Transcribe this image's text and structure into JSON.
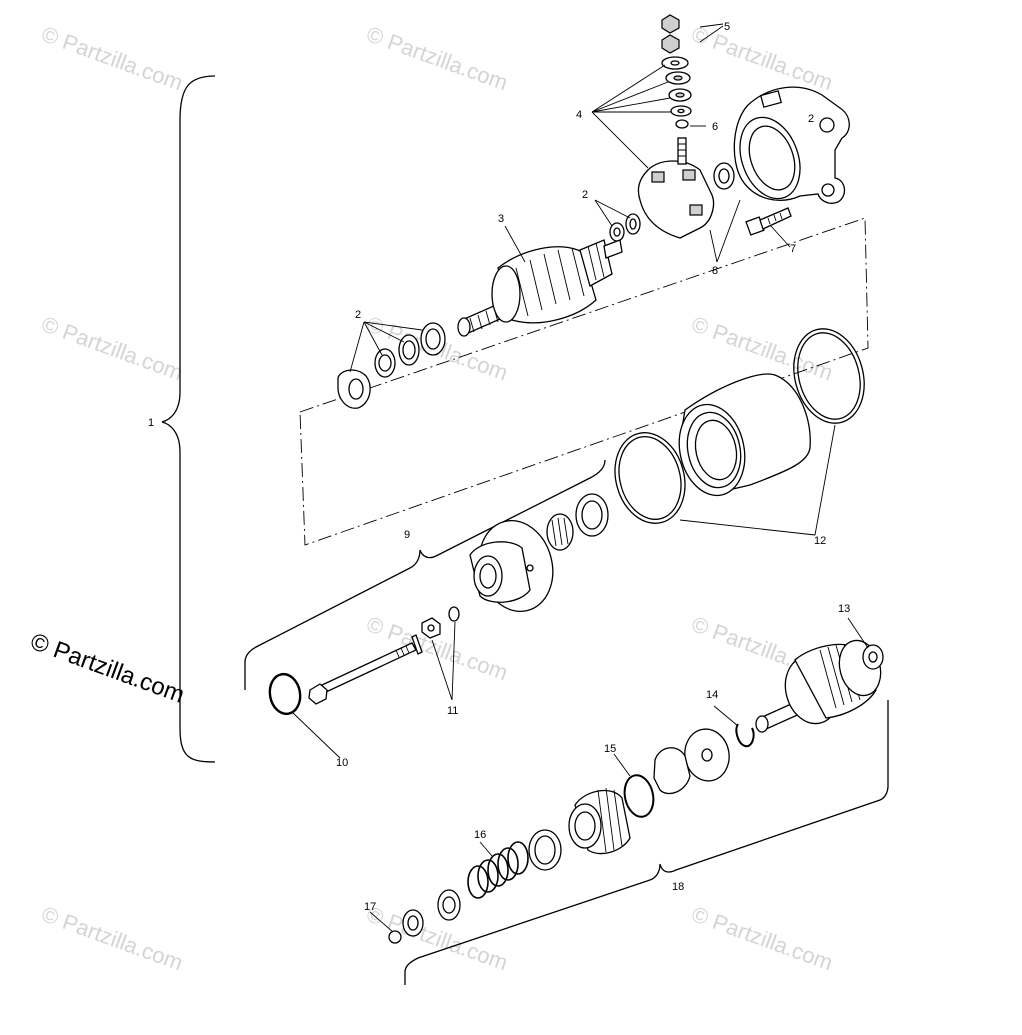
{
  "watermark": "© Partzilla.com",
  "brand_logo": "© Partzilla.com",
  "callouts": [
    "1",
    "2",
    "2",
    "2",
    "3",
    "4",
    "5",
    "6",
    "7",
    "8",
    "9",
    "10",
    "11",
    "12",
    "13",
    "14",
    "15",
    "16",
    "17",
    "18"
  ]
}
